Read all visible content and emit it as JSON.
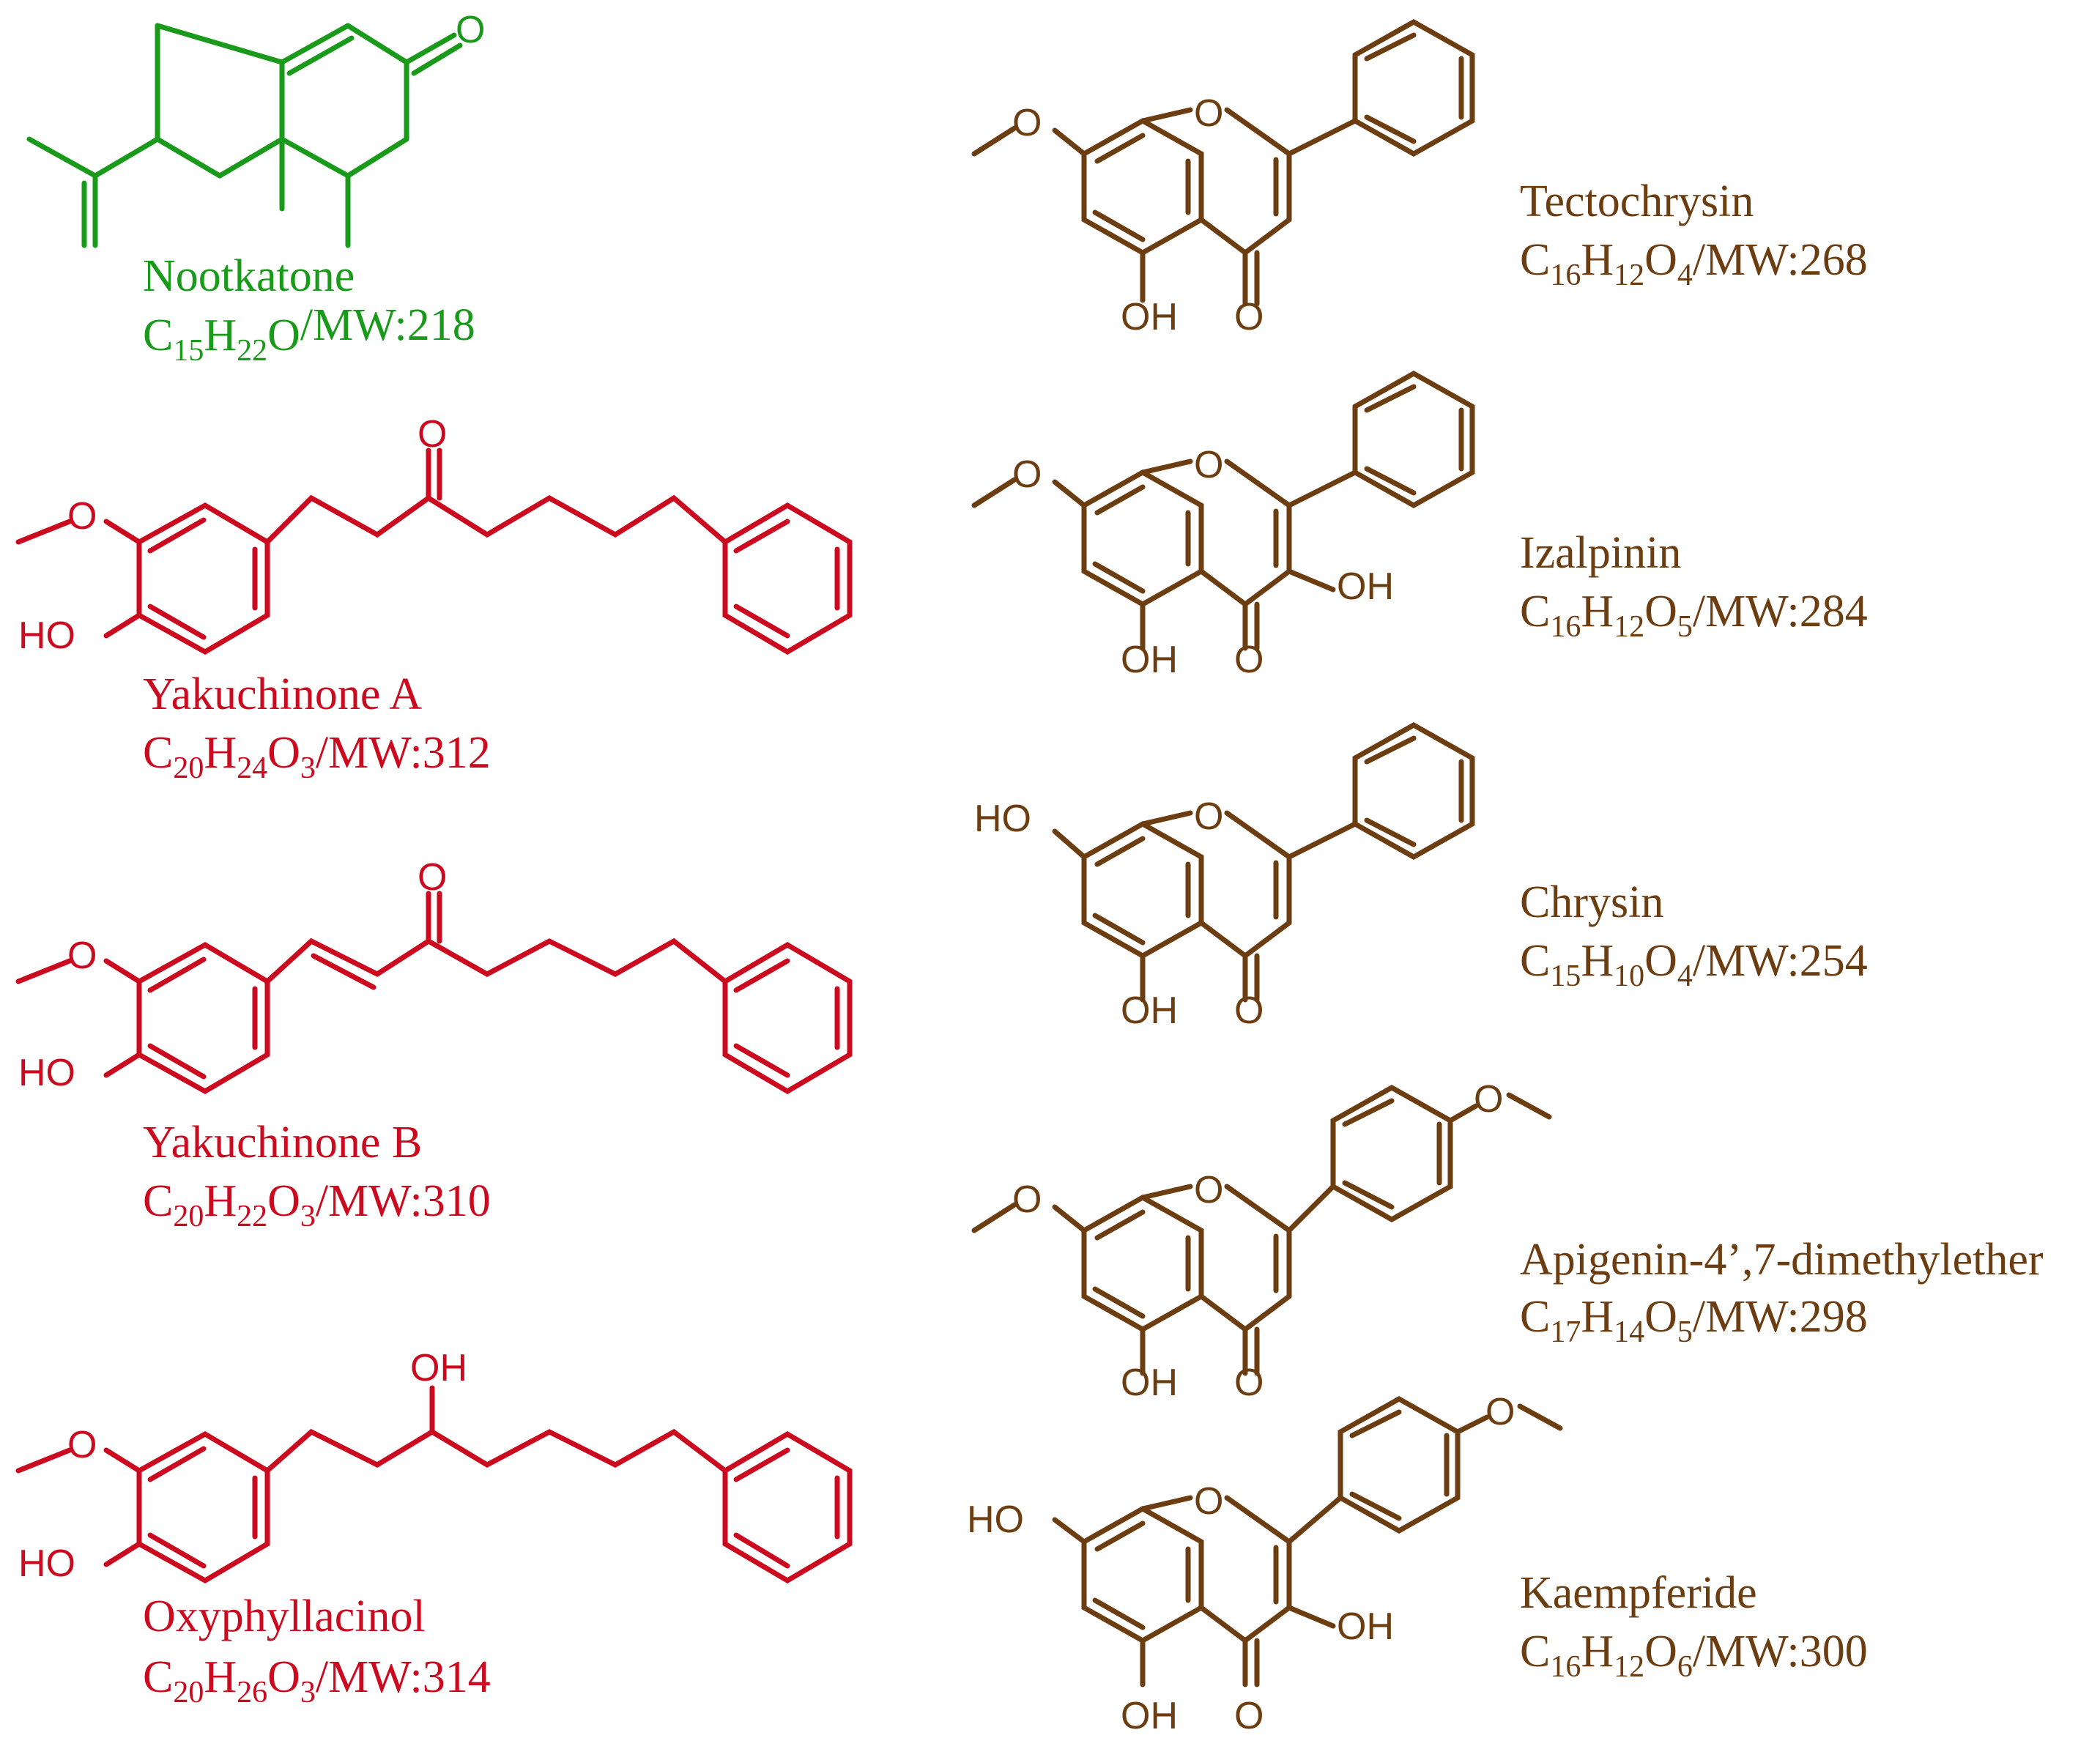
{
  "colors": {
    "sesquiterpene": "#1a9a1a",
    "diarylheptanoid": "#cc0a1f",
    "flavonoid": "#6b3d10"
  },
  "compounds": {
    "nootkatone": {
      "name": "Nootkatone",
      "formula": {
        "c": "15",
        "h": "22",
        "o": "",
        "mw": "218"
      },
      "atoms": {
        "o1": "O"
      }
    },
    "yakuchinone_a": {
      "name": "Yakuchinone A",
      "formula": {
        "c": "20",
        "h": "24",
        "o": "3",
        "mw": "312"
      },
      "atoms": {
        "ome": "O",
        "oh": "HO",
        "keto": "O"
      }
    },
    "yakuchinone_b": {
      "name": "Yakuchinone B",
      "formula": {
        "c": "20",
        "h": "22",
        "o": "3",
        "mw": "310"
      },
      "atoms": {
        "ome": "O",
        "oh": "HO",
        "keto": "O"
      }
    },
    "oxyphyllacinol": {
      "name": "Oxyphyllacinol",
      "formula": {
        "c": "20",
        "h": "26",
        "o": "3",
        "mw": "314"
      },
      "atoms": {
        "ome": "O",
        "oh": "HO",
        "hydroxy": "OH"
      }
    },
    "tectochrysin": {
      "name": "Tectochrysin",
      "formula": {
        "c": "16",
        "h": "12",
        "o": "4",
        "mw": "268"
      },
      "atoms": {
        "ring_o": "O",
        "o7": "O",
        "oh5": "OH",
        "co": "O"
      }
    },
    "izalpinin": {
      "name": "Izalpinin",
      "formula": {
        "c": "16",
        "h": "12",
        "o": "5",
        "mw": "284"
      },
      "atoms": {
        "ring_o": "O",
        "o7": "O",
        "oh5": "OH",
        "co": "O",
        "oh3": "OH"
      }
    },
    "chrysin": {
      "name": "Chrysin",
      "formula": {
        "c": "15",
        "h": "10",
        "o": "4",
        "mw": "254"
      },
      "atoms": {
        "ring_o": "O",
        "o7": "HO",
        "oh5": "OH",
        "co": "O"
      }
    },
    "apigenin_dme": {
      "name": "Apigenin-4’,7-dimethylether",
      "formula": {
        "c": "17",
        "h": "14",
        "o": "5",
        "mw": "298"
      },
      "atoms": {
        "ring_o": "O",
        "o7": "O",
        "oh5": "OH",
        "co": "O",
        "o4p": "O"
      }
    },
    "kaempferide": {
      "name": "Kaempferide",
      "formula": {
        "c": "16",
        "h": "12",
        "o": "6",
        "mw": "300"
      },
      "atoms": {
        "ring_o": "O",
        "o7": "HO",
        "oh5": "OH",
        "co": "O",
        "oh3": "OH",
        "o4p": "O"
      }
    }
  }
}
